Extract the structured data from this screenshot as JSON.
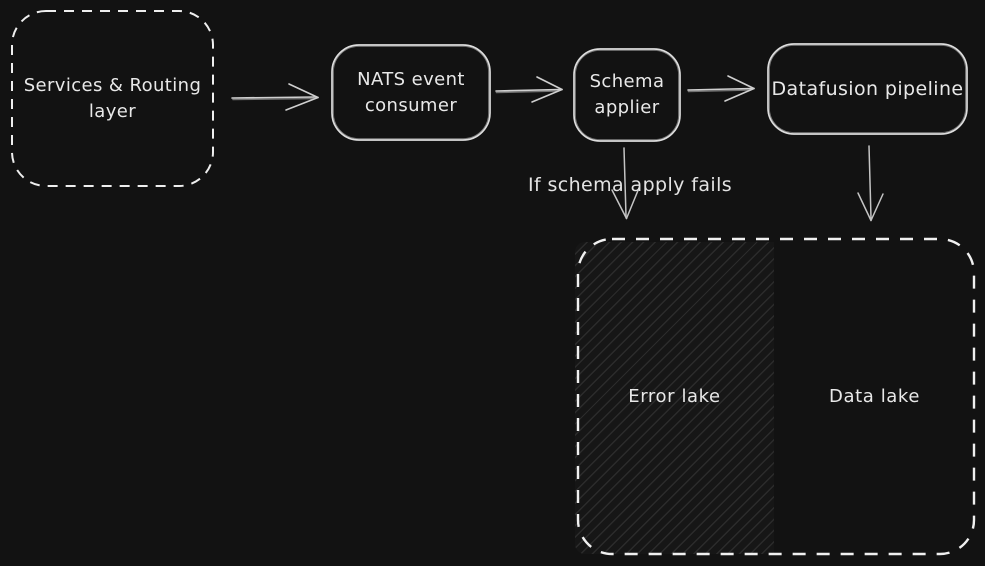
{
  "canvas": {
    "background_color": "#121212",
    "stroke_color": "#e8e8e8",
    "arrow_color": "#cfcfcf",
    "hatch_fill": "diagonal-hachure"
  },
  "nodes": {
    "services_routing": {
      "label": "Services & Routing\nlayer",
      "border": "dashed"
    },
    "nats_consumer": {
      "label": "NATS event\nconsumer",
      "border": "solid"
    },
    "schema_applier": {
      "label": "Schema\napplier",
      "border": "solid"
    },
    "datafusion_pipeline": {
      "label": "Datafusion pipeline",
      "border": "solid"
    },
    "lake_group": {
      "label": "",
      "border": "dashed"
    },
    "error_lake": {
      "label": "Error lake",
      "fill": "hatch"
    },
    "data_lake": {
      "label": "Data lake",
      "fill": "none"
    }
  },
  "edges": [
    {
      "from": "services_routing",
      "to": "nats_consumer",
      "label": ""
    },
    {
      "from": "nats_consumer",
      "to": "schema_applier",
      "label": ""
    },
    {
      "from": "schema_applier",
      "to": "datafusion_pipeline",
      "label": ""
    },
    {
      "from": "schema_applier",
      "to": "error_lake",
      "label": "If schema apply fails"
    },
    {
      "from": "datafusion_pipeline",
      "to": "data_lake",
      "label": ""
    }
  ]
}
